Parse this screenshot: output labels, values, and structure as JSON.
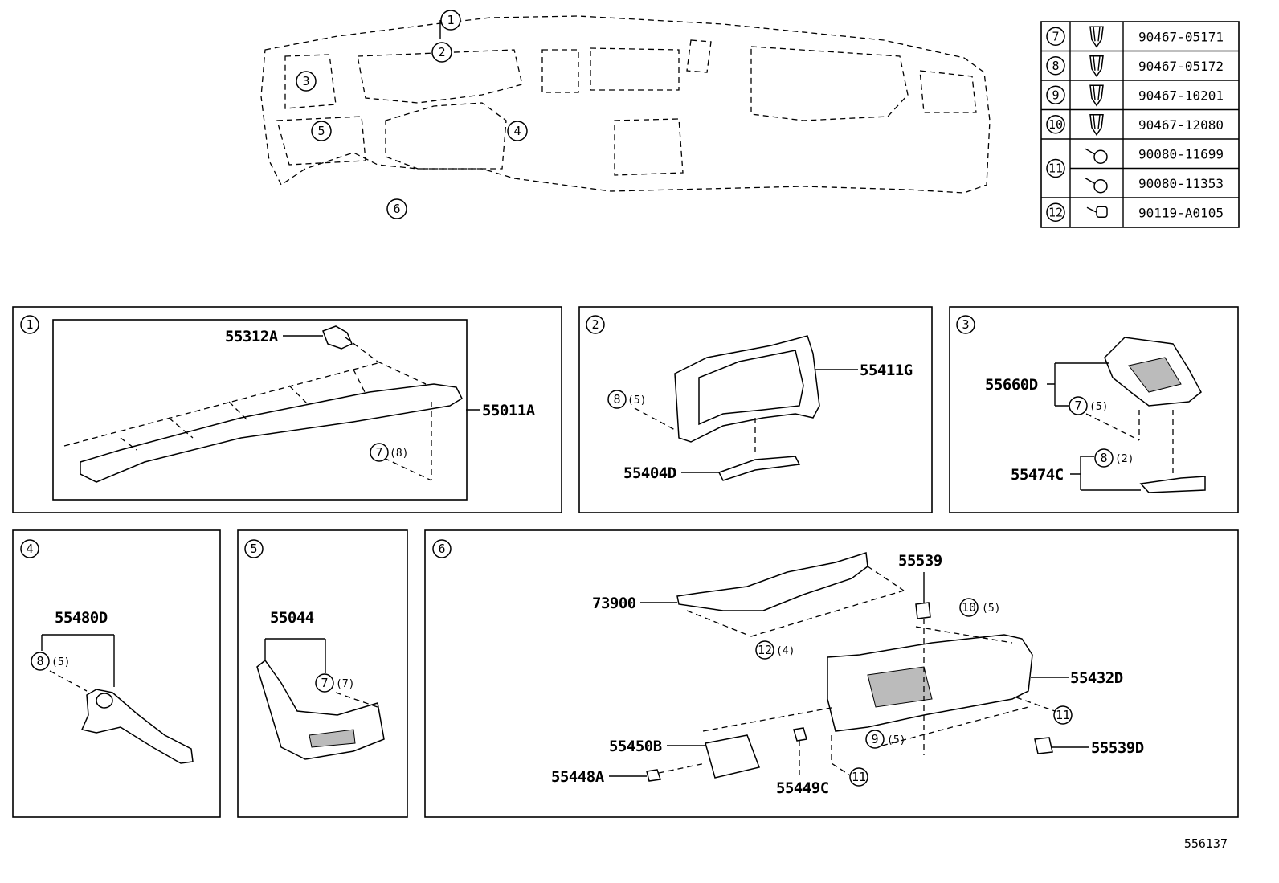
{
  "overview": {
    "callouts": [
      "1",
      "2",
      "3",
      "4",
      "5",
      "6"
    ]
  },
  "fastener_table": {
    "rows": [
      {
        "num": "7",
        "part": "90467-05171",
        "icon": "clip-icon"
      },
      {
        "num": "8",
        "part": "90467-05172",
        "icon": "clip-icon"
      },
      {
        "num": "9",
        "part": "90467-10201",
        "icon": "clip-icon"
      },
      {
        "num": "10",
        "part": "90467-12080",
        "icon": "clip-icon"
      },
      {
        "num": "11",
        "part": "90080-11699",
        "icon": "screw-icon"
      },
      {
        "num": "",
        "part": "90080-11353",
        "icon": "screw-icon"
      },
      {
        "num": "12",
        "part": "90119-A0105",
        "icon": "bolt-icon"
      }
    ]
  },
  "panels": {
    "p1": {
      "num": "1",
      "labels": {
        "a": "55312A",
        "b": "55011A"
      },
      "clips": [
        {
          "num": "7",
          "qty": "(8)"
        }
      ]
    },
    "p2": {
      "num": "2",
      "labels": {
        "a": "55411G",
        "b": "55404D"
      },
      "clips": [
        {
          "num": "8",
          "qty": "(5)"
        }
      ]
    },
    "p3": {
      "num": "3",
      "labels": {
        "a": "55660D",
        "b": "55474C"
      },
      "clips": [
        {
          "num": "7",
          "qty": "(5)"
        },
        {
          "num": "8",
          "qty": "(2)"
        }
      ]
    },
    "p4": {
      "num": "4",
      "labels": {
        "a": "55480D"
      },
      "clips": [
        {
          "num": "8",
          "qty": "(5)"
        }
      ]
    },
    "p5": {
      "num": "5",
      "labels": {
        "a": "55044"
      },
      "clips": [
        {
          "num": "7",
          "qty": "(7)"
        }
      ]
    },
    "p6": {
      "num": "6",
      "labels": {
        "a": "73900",
        "b": "55539",
        "c": "55432D",
        "d": "55539D",
        "e": "55450B",
        "f": "55448A",
        "g": "55449C"
      },
      "clips": [
        {
          "num": "12",
          "qty": "(4)"
        },
        {
          "num": "10",
          "qty": "(5)"
        },
        {
          "num": "11",
          "qty": ""
        },
        {
          "num": "9",
          "qty": "(5)"
        },
        {
          "num": "11",
          "qty": ""
        }
      ]
    }
  },
  "figure_number": "556137"
}
